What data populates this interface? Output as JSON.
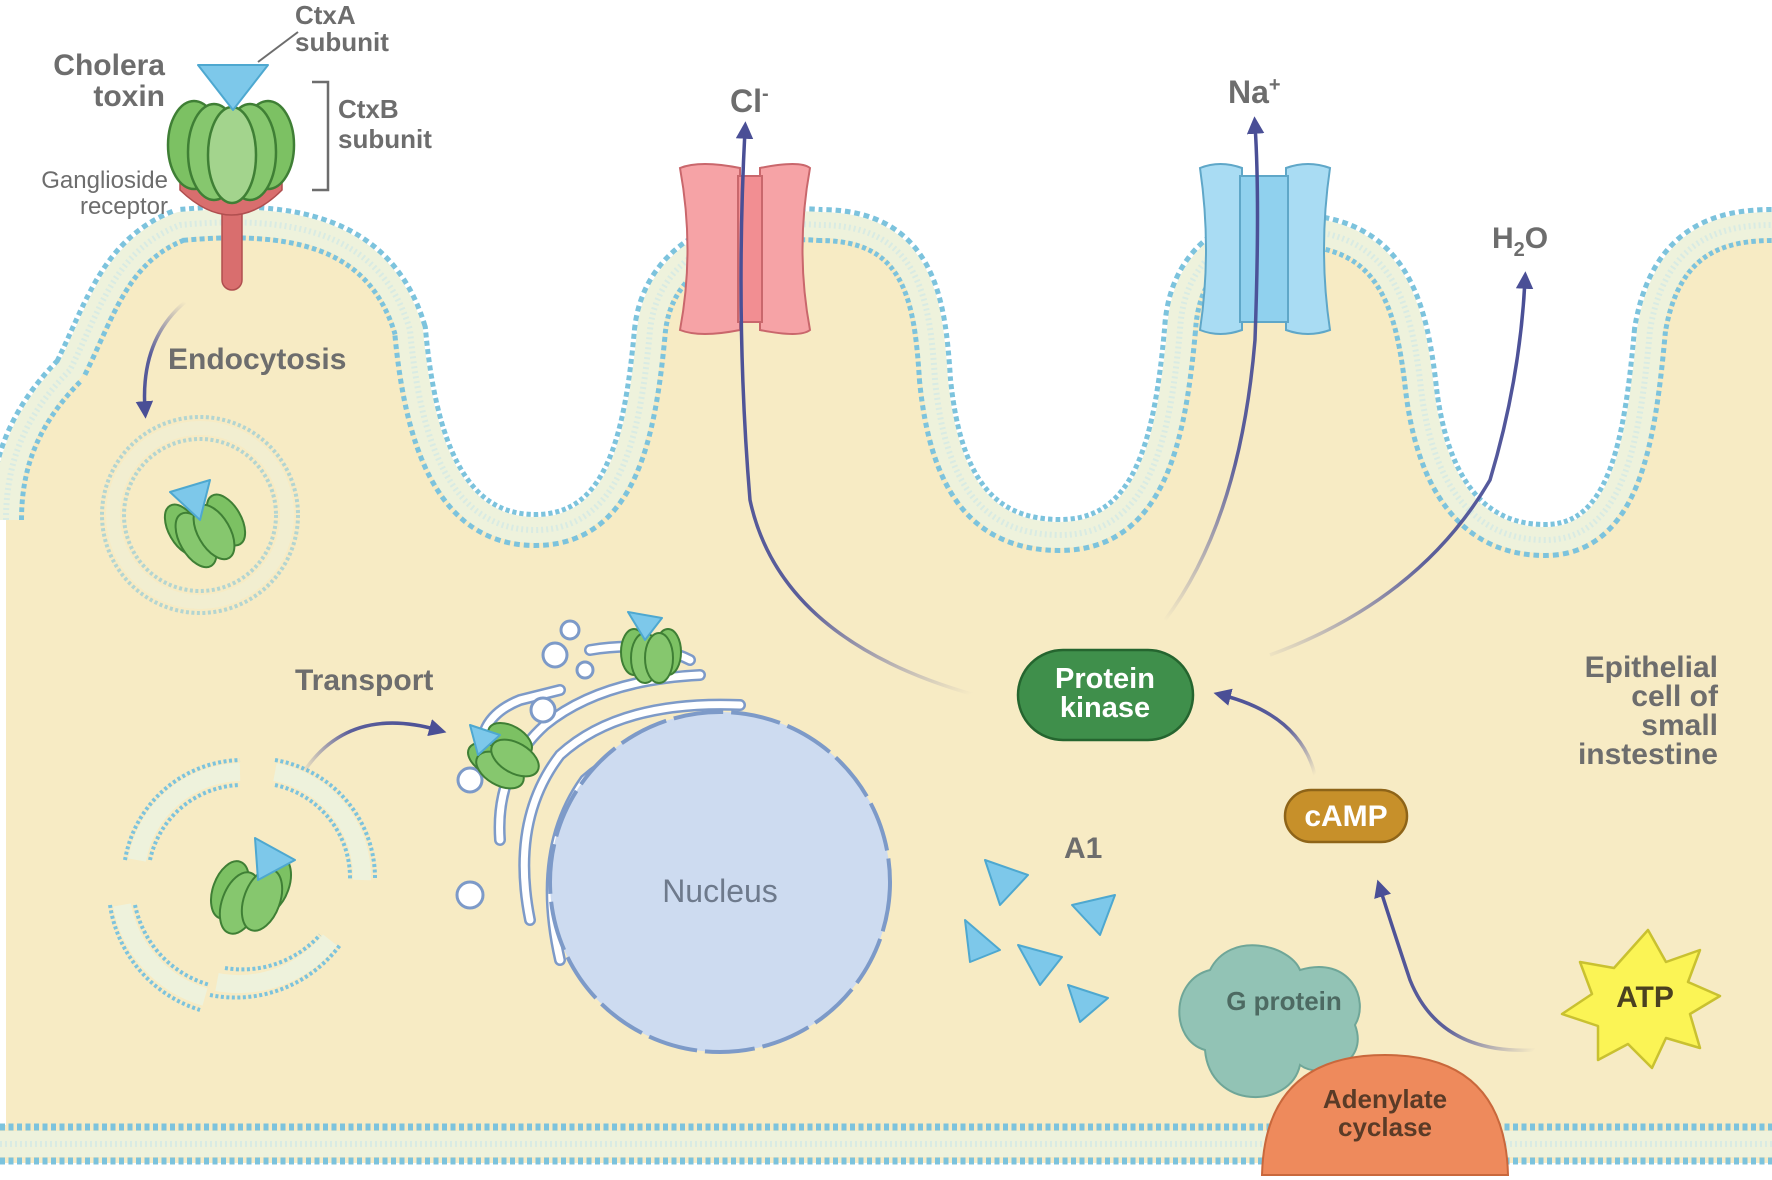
{
  "labels": {
    "cholera_toxin": [
      "Cholera",
      "toxin"
    ],
    "ctxa_subunit": [
      "CtxA",
      "subunit"
    ],
    "ctxb_subunit": [
      "CtxB",
      "subunit"
    ],
    "ganglioside_receptor": [
      "Ganglioside",
      "receptor"
    ],
    "endocytosis": "Endocytosis",
    "transport": "Transport",
    "nucleus": "Nucleus",
    "a1": "A1",
    "protein_kinase": [
      "Protein",
      "kinase"
    ],
    "camp": "cAMP",
    "g_protein": "G protein",
    "adenylate_cyclase": [
      "Adenylate",
      "cyclase"
    ],
    "atp": "ATP",
    "cell_label": [
      "Epithelial",
      "cell of",
      "small",
      "instestine"
    ],
    "cl_ion": {
      "base": "Cl",
      "sup": "-"
    },
    "na_ion": {
      "base": "Na",
      "sup": "+"
    },
    "h2o": {
      "base": "H",
      "sub": "2",
      "tail": "O"
    }
  },
  "colors": {
    "cytoplasm": "#f7ebc4",
    "membrane_dot": "#7cc3dd",
    "membrane_tail": "#eef2dc",
    "ctxb_green": "#7cc163",
    "ctxa_blue": "#7dc8ea",
    "receptor_red": "#d96e6e",
    "cl_channel": "#f6a3a6",
    "na_channel": "#a9dcf3",
    "nucleus": "#cddbf0",
    "protein_kinase": "#3f8f4b",
    "camp": "#c7902a",
    "g_protein": "#92c3b5",
    "adenylate_cyclase": "#ee8a5c",
    "atp": "#fbf455",
    "arrow": "#4a4f96"
  }
}
